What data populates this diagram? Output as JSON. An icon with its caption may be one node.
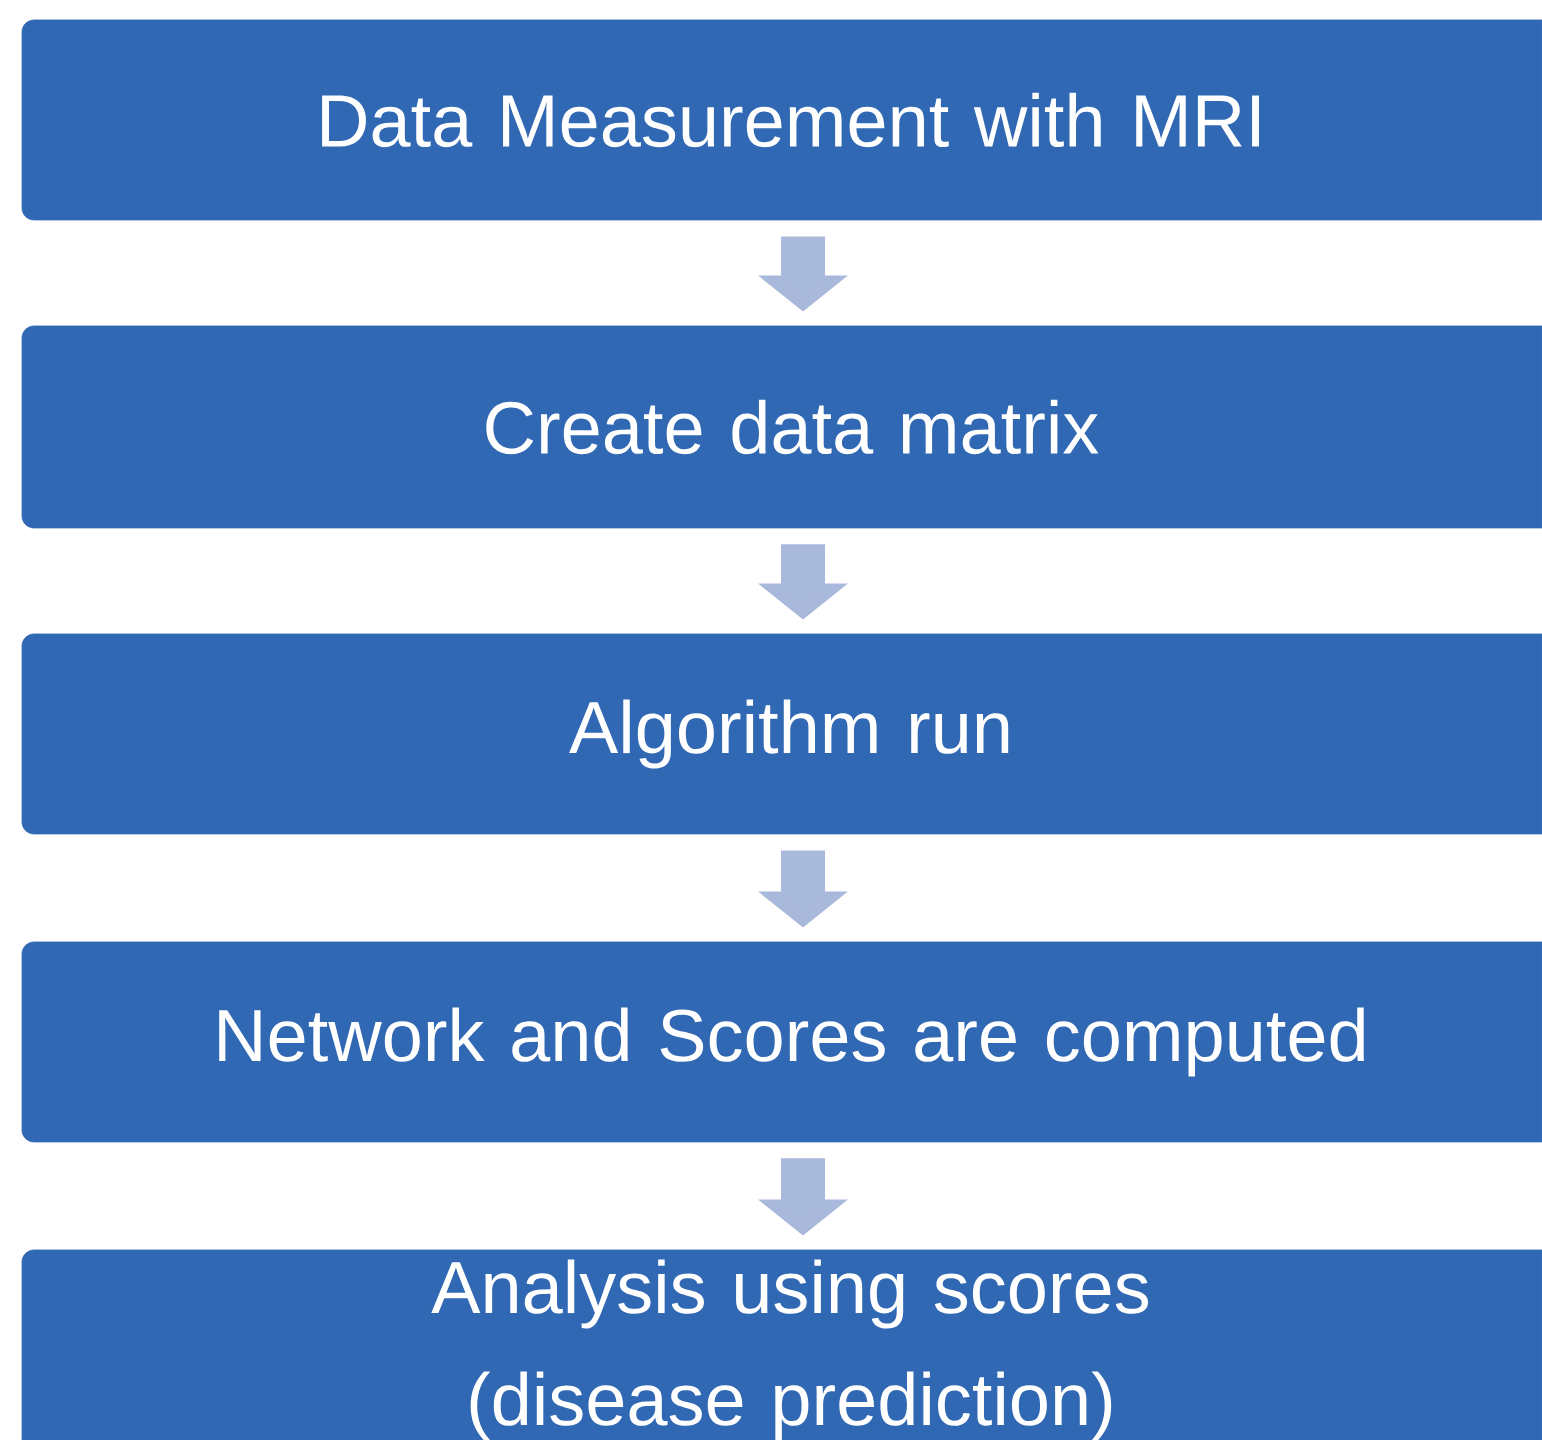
{
  "diagram": {
    "nodes": [
      {
        "text": [
          "Data Measurement with MRI"
        ]
      },
      {
        "text": [
          "Create data matrix"
        ]
      },
      {
        "text": [
          "Algorithm run"
        ]
      },
      {
        "text": [
          "Network and Scores are computed"
        ]
      },
      {
        "text": [
          "Analysis using scores (disease prediction)"
        ]
      }
    ],
    "edges": [
      {
        "from": 0,
        "to": 1,
        "arrow": "to"
      },
      {
        "from": 1,
        "to": 2,
        "arrow": "to"
      },
      {
        "from": 2,
        "to": 3,
        "arrow": "to"
      },
      {
        "from": 3,
        "to": 4,
        "arrow": "to"
      }
    ]
  }
}
